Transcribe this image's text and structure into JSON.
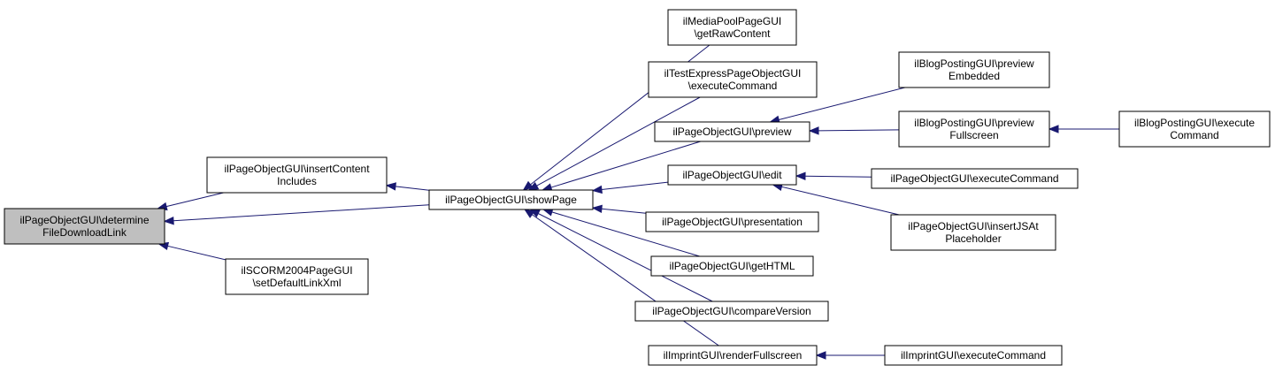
{
  "colors": {
    "edge": "#191970",
    "node_border": "#000000",
    "highlight_fill": "#bfbfbf",
    "node_fill": "#ffffff"
  },
  "nodes": [
    {
      "id": "determine",
      "lines": [
        "ilPageObjectGUI\\determine",
        "FileDownloadLink"
      ],
      "highlight": true,
      "clickable": false
    },
    {
      "id": "insertContent",
      "lines": [
        "ilPageObjectGUI\\insertContent",
        "Includes"
      ]
    },
    {
      "id": "scorm",
      "lines": [
        "ilSCORM2004PageGUI",
        "\\setDefaultLinkXml"
      ]
    },
    {
      "id": "showPage",
      "lines": [
        "ilPageObjectGUI\\showPage"
      ]
    },
    {
      "id": "mediaPool",
      "lines": [
        "ilMediaPoolPageGUI",
        "\\getRawContent"
      ]
    },
    {
      "id": "testExpress",
      "lines": [
        "ilTestExpressPageObjectGUI",
        "\\executeCommand"
      ]
    },
    {
      "id": "preview",
      "lines": [
        "ilPageObjectGUI\\preview"
      ]
    },
    {
      "id": "edit",
      "lines": [
        "ilPageObjectGUI\\edit"
      ]
    },
    {
      "id": "presentation",
      "lines": [
        "ilPageObjectGUI\\presentation"
      ]
    },
    {
      "id": "getHTML",
      "lines": [
        "ilPageObjectGUI\\getHTML"
      ]
    },
    {
      "id": "compareVersion",
      "lines": [
        "ilPageObjectGUI\\compareVersion"
      ]
    },
    {
      "id": "imprintRender",
      "lines": [
        "ilImprintGUI\\renderFullscreen"
      ]
    },
    {
      "id": "blogPrevEmb",
      "lines": [
        "ilBlogPostingGUI\\preview",
        "Embedded"
      ]
    },
    {
      "id": "blogPrevFull",
      "lines": [
        "ilBlogPostingGUI\\preview",
        "Fullscreen"
      ]
    },
    {
      "id": "blogExec",
      "lines": [
        "ilBlogPostingGUI\\execute",
        "Command"
      ]
    },
    {
      "id": "pageExec",
      "lines": [
        "ilPageObjectGUI\\executeCommand"
      ]
    },
    {
      "id": "insertJS",
      "lines": [
        "ilPageObjectGUI\\insertJSAt",
        "Placeholder"
      ]
    },
    {
      "id": "imprintExec",
      "lines": [
        "ilImprintGUI\\executeCommand"
      ]
    }
  ],
  "edges": [
    {
      "from": "insertContent",
      "to": "determine"
    },
    {
      "from": "showPage",
      "to": "determine"
    },
    {
      "from": "scorm",
      "to": "determine"
    },
    {
      "from": "showPage",
      "to": "insertContent"
    },
    {
      "from": "mediaPool",
      "to": "showPage"
    },
    {
      "from": "testExpress",
      "to": "showPage"
    },
    {
      "from": "preview",
      "to": "showPage"
    },
    {
      "from": "edit",
      "to": "showPage"
    },
    {
      "from": "presentation",
      "to": "showPage"
    },
    {
      "from": "getHTML",
      "to": "showPage"
    },
    {
      "from": "compareVersion",
      "to": "showPage"
    },
    {
      "from": "imprintRender",
      "to": "showPage"
    },
    {
      "from": "blogPrevEmb",
      "to": "preview"
    },
    {
      "from": "blogPrevFull",
      "to": "preview"
    },
    {
      "from": "blogExec",
      "to": "blogPrevFull"
    },
    {
      "from": "pageExec",
      "to": "edit"
    },
    {
      "from": "insertJS",
      "to": "edit"
    },
    {
      "from": "imprintExec",
      "to": "imprintRender"
    }
  ]
}
